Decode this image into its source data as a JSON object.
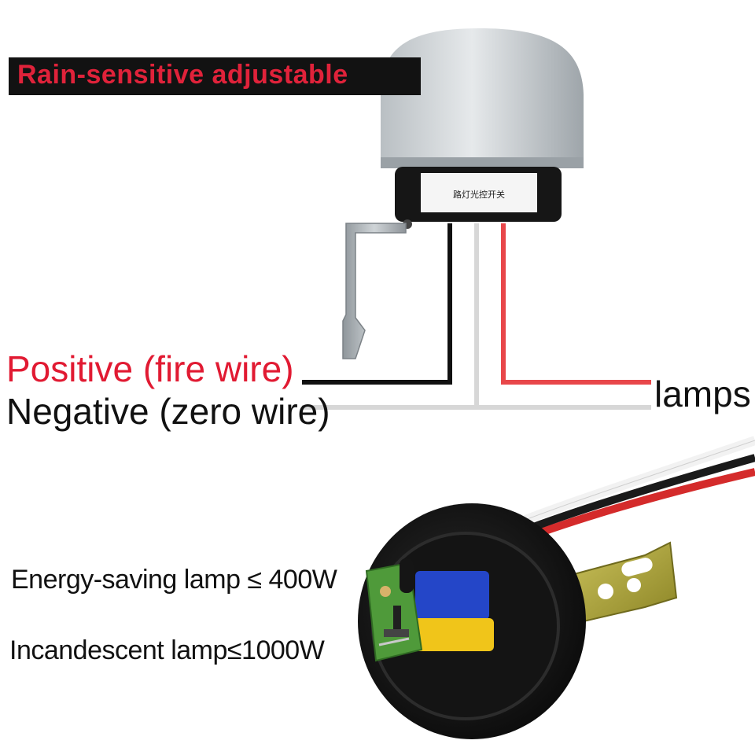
{
  "headline": {
    "text": "Rain-sensitive adjustable"
  },
  "sensor": {
    "housing_label": "路灯光控开关"
  },
  "wiring": {
    "positive_label": "Positive (fire wire)",
    "negative_label": "Negative (zero wire)",
    "output_label": "lamps"
  },
  "specs": {
    "energy_saving": "Energy-saving lamp ≤ 400W",
    "incandescent": "Incandescent lamp≤1000W"
  },
  "colors": {
    "headline_bg": "#121212",
    "headline_text": "#e0223a",
    "positive": "#e11a32",
    "wire_black": "#111111",
    "wire_red": "#e8474a",
    "wire_white": "#d7d7d7",
    "board_green": "#4f9a3a",
    "relay_blue": "#2446c8",
    "relay_yellow": "#f0c51a",
    "bracket_brass": "#a8a136"
  }
}
